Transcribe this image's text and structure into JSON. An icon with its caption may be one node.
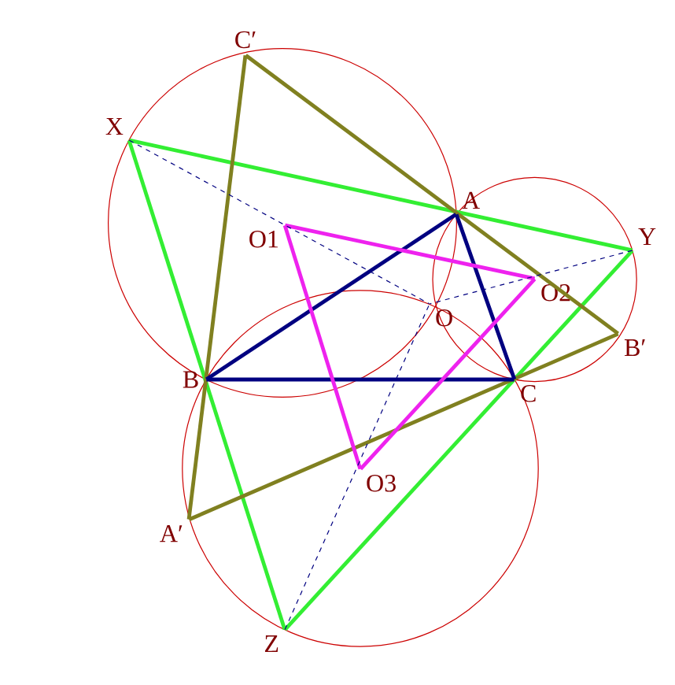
{
  "diagram": {
    "nodes": [
      {
        "text": [
          "C′"
        ]
      },
      {
        "text": [
          "X"
        ]
      },
      {
        "text": [
          "A"
        ]
      },
      {
        "text": [
          "Y"
        ]
      },
      {
        "text": [
          "O1"
        ]
      },
      {
        "text": [
          "O2"
        ]
      },
      {
        "text": [
          "O"
        ]
      },
      {
        "text": [
          "B′"
        ]
      },
      {
        "text": [
          "B"
        ]
      },
      {
        "text": [
          "C"
        ]
      },
      {
        "text": [
          "O3"
        ]
      },
      {
        "text": [
          "A′"
        ]
      },
      {
        "text": [
          "Z"
        ]
      }
    ],
    "edges": [
      {
        "from": 1,
        "to": 3,
        "arrow": "none",
        "color": "#33ee33"
      },
      {
        "from": 1,
        "to": 12,
        "arrow": "none",
        "color": "#33ee33"
      },
      {
        "from": 3,
        "to": 12,
        "arrow": "none",
        "color": "#33ee33"
      },
      {
        "from": 0,
        "to": 11,
        "arrow": "none",
        "color": "#808020"
      },
      {
        "from": 0,
        "to": 7,
        "arrow": "none",
        "color": "#808020"
      },
      {
        "from": 11,
        "to": 7,
        "arrow": "none",
        "color": "#808020"
      },
      {
        "from": 2,
        "to": 8,
        "arrow": "none",
        "color": "#000080"
      },
      {
        "from": 8,
        "to": 9,
        "arrow": "none",
        "color": "#000080"
      },
      {
        "from": 9,
        "to": 2,
        "arrow": "none",
        "color": "#000080"
      },
      {
        "from": 4,
        "to": 5,
        "arrow": "none",
        "color": "#ee22ee"
      },
      {
        "from": 5,
        "to": 10,
        "arrow": "none",
        "color": "#ee22ee"
      },
      {
        "from": 10,
        "to": 4,
        "arrow": "none",
        "color": "#ee22ee"
      },
      {
        "from": 1,
        "to": 6,
        "arrow": "none",
        "style": "dashed",
        "color": "#000080"
      },
      {
        "from": 3,
        "to": 6,
        "arrow": "none",
        "style": "dashed",
        "color": "#000080"
      },
      {
        "from": 12,
        "to": 6,
        "arrow": "none",
        "style": "dashed",
        "color": "#000080"
      }
    ]
  }
}
